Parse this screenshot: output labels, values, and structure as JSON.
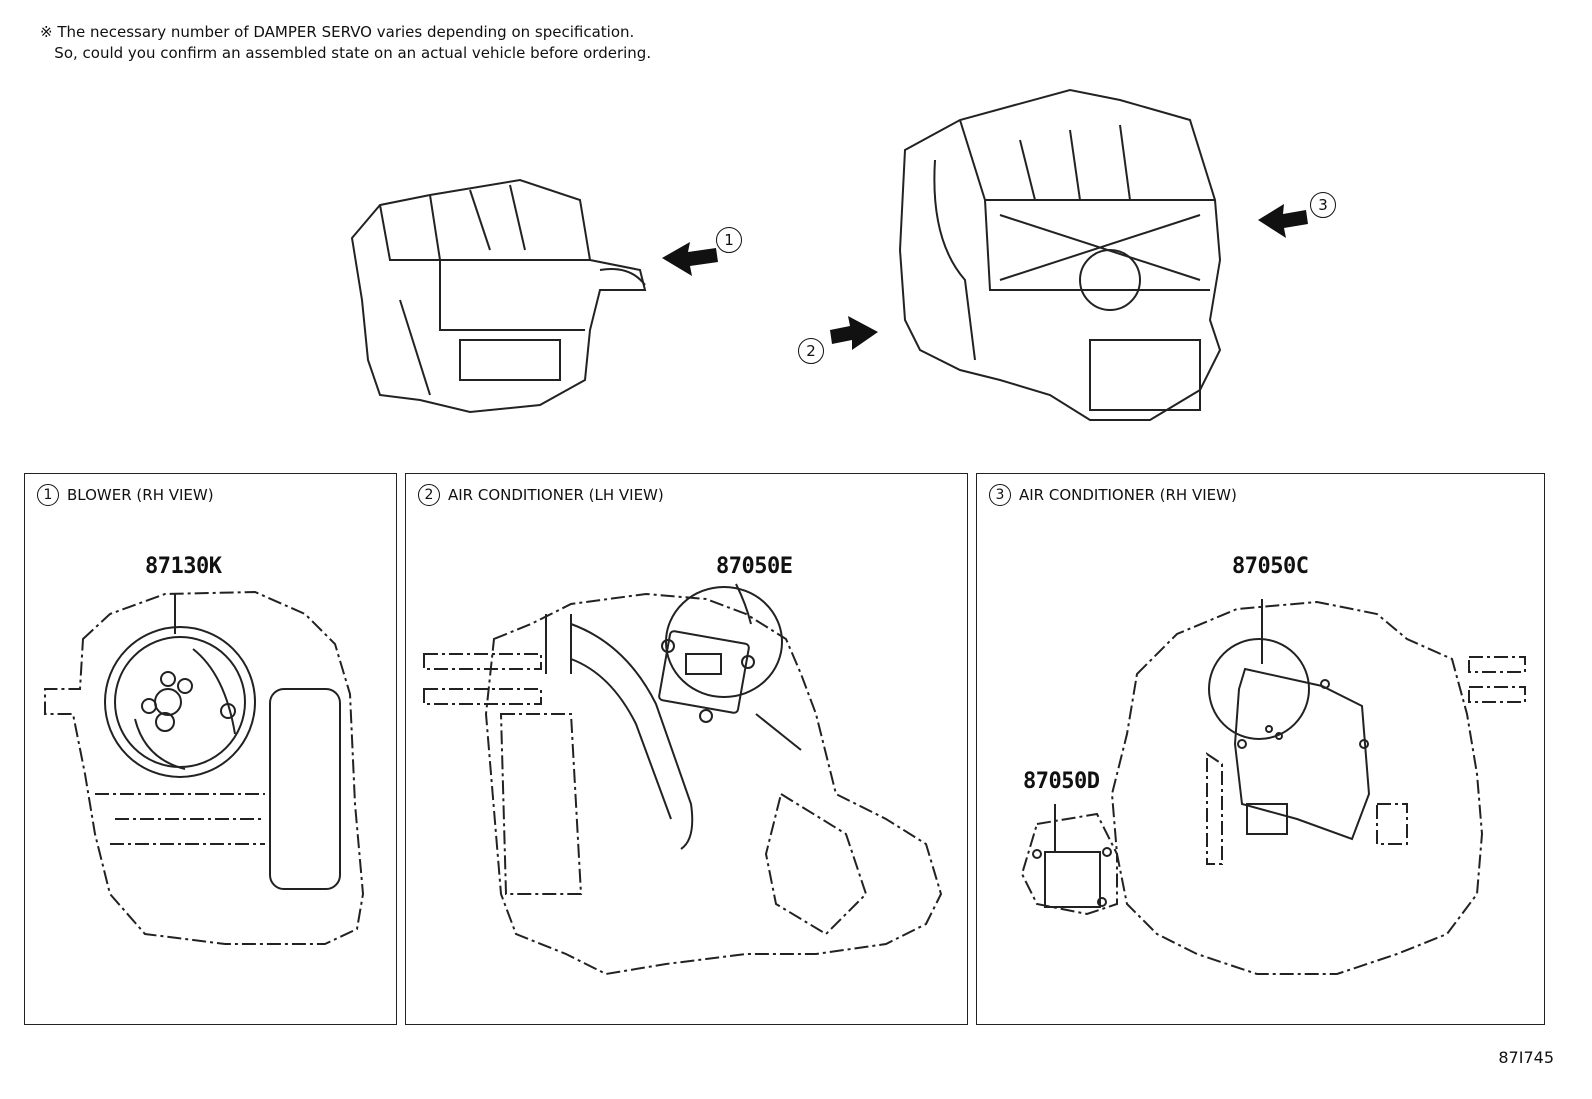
{
  "note": {
    "line1": "※ The necessary number of DAMPER SERVO varies depending on specification.",
    "line2": "   So, could you confirm an assembled state on an actual vehicle before ordering."
  },
  "callouts": {
    "c1": "1",
    "c2": "2",
    "c3": "3"
  },
  "panels": [
    {
      "num": "1",
      "title": "BLOWER (RH VIEW)",
      "parts": [
        "87130K"
      ]
    },
    {
      "num": "2",
      "title": "AIR CONDITIONER (LH VIEW)",
      "parts": [
        "87050E"
      ]
    },
    {
      "num": "3",
      "title": "AIR CONDITIONER (RH VIEW)",
      "parts": [
        "87050C",
        "87050D"
      ]
    }
  ],
  "illustration_code": "87I745"
}
